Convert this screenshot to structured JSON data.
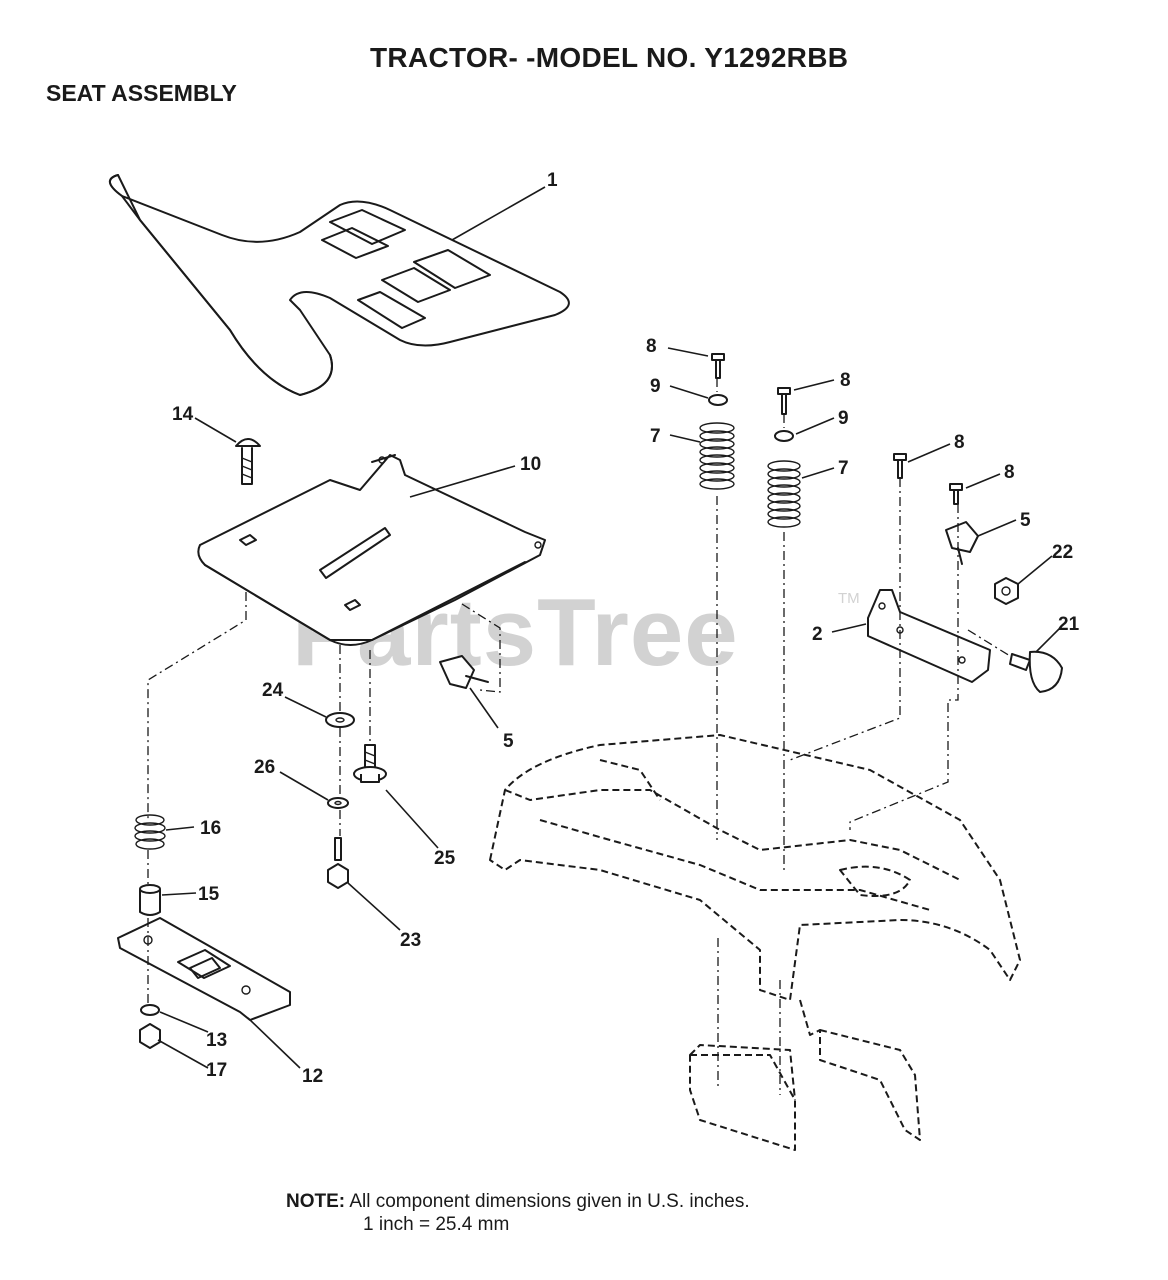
{
  "header": {
    "title": "TRACTOR- -MODEL NO. Y1292RBB",
    "section": "SEAT ASSEMBLY"
  },
  "watermark": {
    "text": "PartsTree",
    "tm": "TM"
  },
  "note": {
    "label": "NOTE:",
    "line1": "All component dimensions given in U.S. inches.",
    "line2": "1 inch = 25.4 mm"
  },
  "callouts": [
    "1",
    "14",
    "10",
    "24",
    "5",
    "26",
    "25",
    "16",
    "15",
    "23",
    "13",
    "12",
    "17",
    "8",
    "9",
    "7",
    "8",
    "9",
    "7",
    "8",
    "8",
    "5",
    "22",
    "2",
    "21"
  ]
}
